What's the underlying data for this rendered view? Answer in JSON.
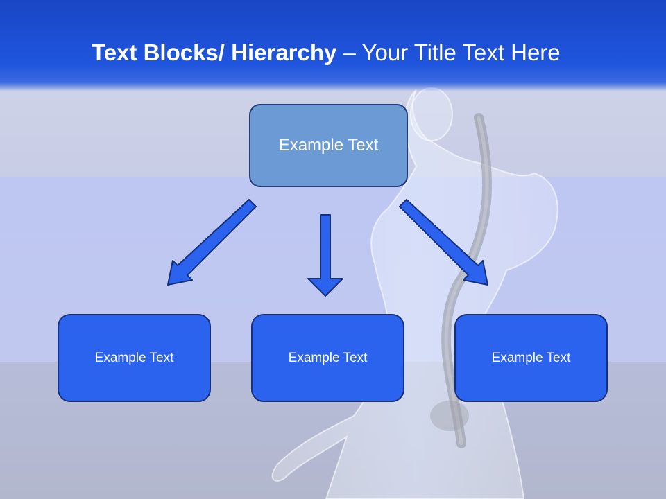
{
  "title": {
    "bold": "Text Blocks/ Hierarchy",
    "dash": " – ",
    "rest": "Your Title Text Here"
  },
  "top_box": {
    "label": "Example Text"
  },
  "child_boxes": [
    {
      "label": "Example Text"
    },
    {
      "label": "Example Text"
    },
    {
      "label": "Example Text"
    }
  ],
  "colors": {
    "header_blue": "#1f55de",
    "top_box_fill": "#6c9ad4",
    "child_box_fill": "#2b62ee",
    "arrow_fill": "#2b62ee",
    "outline": "#16307a"
  }
}
